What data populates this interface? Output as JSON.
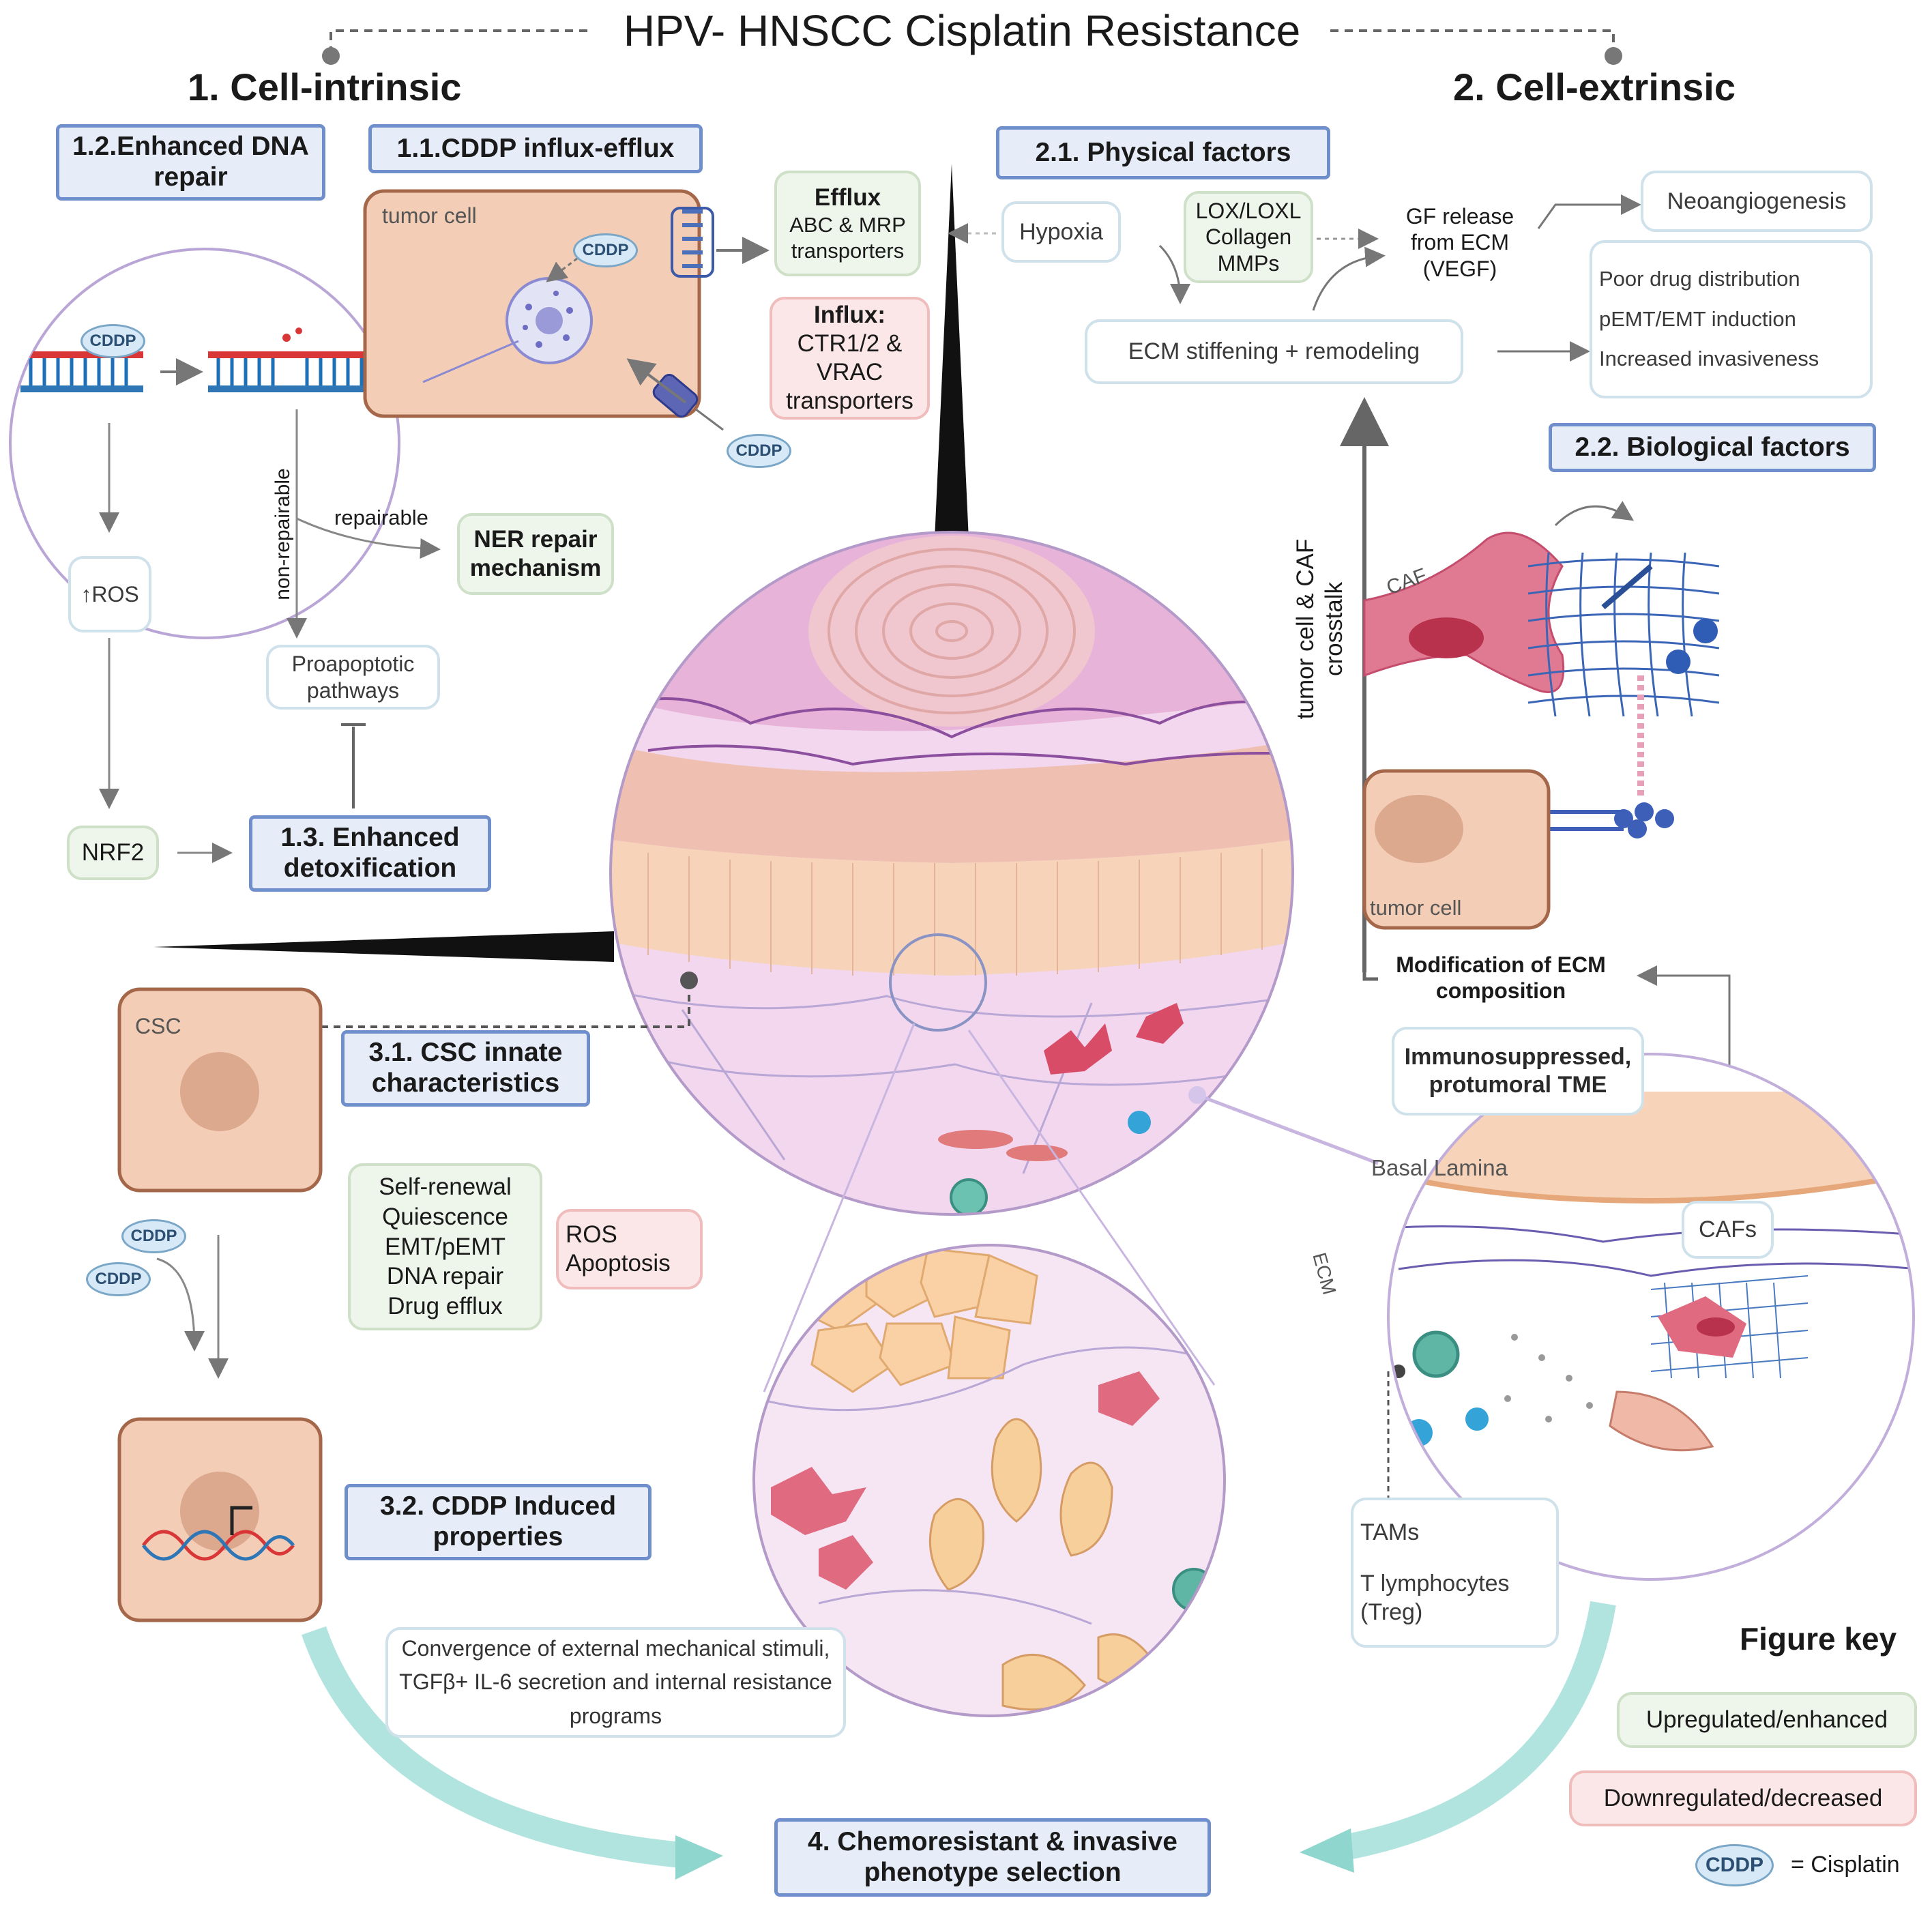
{
  "title": "HPV- HNSCC Cisplatin Resistance",
  "sections": {
    "intrinsic": "1. Cell-intrinsic",
    "extrinsic": "2. Cell-extrinsic"
  },
  "headers": {
    "dna_repair": "1.2.Enhanced DNA repair",
    "influx_efflux": "1.1.CDDP influx-efflux",
    "detox": "1.3. Enhanced detoxification",
    "physical": "2.1. Physical factors",
    "biological": "2.2. Biological factors",
    "csc_innate": "3.1. CSC innate characteristics",
    "cddp_induced": "3.2. CDDP Induced properties",
    "phenotype": "4. Chemoresistant & invasive phenotype selection"
  },
  "cell_intrinsic": {
    "tumor_cell_label": "tumor cell",
    "cddp": "CDDP",
    "efflux_title": "Efflux",
    "efflux_body": "ABC & MRP transporters",
    "influx_title": "Influx:",
    "influx_body": "CTR1/2 & VRAC transporters",
    "ros": "↑ROS",
    "non_repairable": "non-repairable",
    "repairable": "repairable",
    "ner": "NER repair mechanism",
    "proapoptotic": "Proapoptotic pathways",
    "nrf2": "NRF2"
  },
  "cell_extrinsic": {
    "hypoxia": "Hypoxia",
    "lox": "LOX/LOXL Collagen MMPs",
    "gf_release": "GF release from ECM (VEGF)",
    "neoangiogenesis": "Neoangiogenesis",
    "effects": [
      "Poor drug distribution",
      "pEMT/EMT induction",
      "Increased invasiveness"
    ],
    "ecm_stiffening": "ECM stiffening + remodeling",
    "crosstalk": "tumor cell & CAF crosstalk",
    "caf": "CAF",
    "tumor_cell": "tumor cell",
    "modification": "Modification of ECM composition",
    "tme": "Immunosuppressed, protumoral TME",
    "basal_lamina": "Basal Lamina",
    "ecm": "ECM",
    "cafs": "CAFs",
    "immune": [
      "TAMs",
      "T lymphocytes (Treg)"
    ]
  },
  "csc": {
    "label": "CSC",
    "traits": [
      "Self-renewal",
      "Quiescence",
      "EMT/pEMT",
      "DNA repair",
      "Drug efflux"
    ],
    "down": [
      "ROS",
      "Apoptosis"
    ],
    "cddp": "CDDP"
  },
  "convergence": "Convergence of external mechanical stimuli, TGFβ+ IL-6 secretion and internal resistance programs",
  "key": {
    "title": "Figure key",
    "up": "Upregulated/enhanced",
    "down": "Downregulated/decreased",
    "cddp": "CDDP",
    "cddp_eq": "= Cisplatin"
  },
  "colors": {
    "header_fill": "#e6edf9",
    "header_border": "#6f8fcc",
    "up_fill": "#eef5ea",
    "down_fill": "#fbe7e7",
    "cell_fill": "#f3cdb5",
    "arrow_teal": "#a8e1dc"
  }
}
